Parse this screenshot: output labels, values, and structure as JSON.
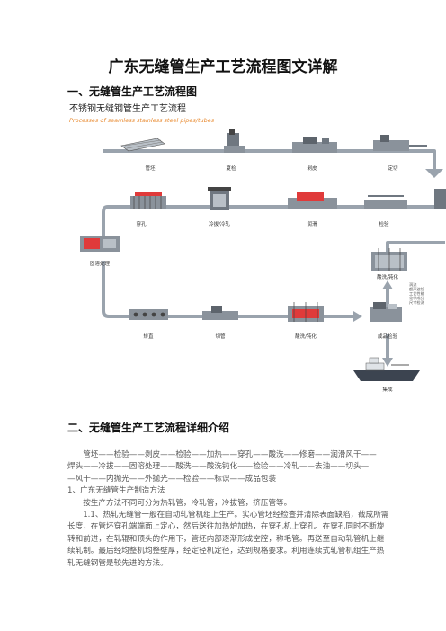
{
  "document": {
    "title": "广东无缝管生产工艺流程图文详解",
    "section1_heading": "一、无缝管生产工艺流程图",
    "section2_heading": "二、无缝管生产工艺流程详细介绍",
    "sequence_lines": [
      "管坯——检验——剥皮——检验——加热——穿孔——酸洗——修磨——润滑风干——",
      "焊头——冷拔——固溶处理——酸洗——酸洗钝化——检验——冷轧——去油——切头—",
      "—风干——内抛光——外抛光——检验——标识——成品包装"
    ],
    "subsection_heading": "1、广东无缝管生产制造方法",
    "paragraph1": "按生产方法不同可分为热轧管，冷轧管，冷拔管，挤压管等。",
    "paragraph2": "1.1、热轧无缝管一般在自动轧管机组上生产。实心管坯经检查并清除表面缺陷，截成所需长度，在管坯穿孔端端面上定心，然后送往加热炉加热，在穿孔机上穿孔。在穿孔同时不断旋转和前进，在轧辊和顶头的作用下，管坯内部逐渐形成空腔，称毛管。再送至自动轧管机上继续轧制。最后经均整机均整壁厚，经定径机定径，达到规格要求。利用连续式轧管机组生产热轧无缝钢管是较先进的方法。"
  },
  "figure": {
    "title_cn": "不锈钢无缝钢管生产工艺流程",
    "title_en": "Processes of seamless stainless steel pipes/tubes",
    "steps": {
      "s1": "管坯",
      "s2": "夏检",
      "s3": "剥皮",
      "s4": "定切",
      "s5": "穿孔",
      "s6": "冷拔/冷轧",
      "s7": "润滑",
      "s8": "检验",
      "s9": "固溶处理",
      "s10": "酸洗/钝化",
      "s11": "矫直",
      "s12": "切管",
      "s13": "酸洗/钝化",
      "s14": "成品检验",
      "s15": "集成"
    },
    "inspection_notes": [
      "涡流",
      "超声波检",
      "工艺性能",
      "化学成分",
      "尺寸检测"
    ],
    "colors": {
      "flow_line": "#9aa3ad",
      "accent_red": "#e03a3a",
      "title_orange": "#e8892e",
      "machine_gray": "#6f7780"
    }
  }
}
